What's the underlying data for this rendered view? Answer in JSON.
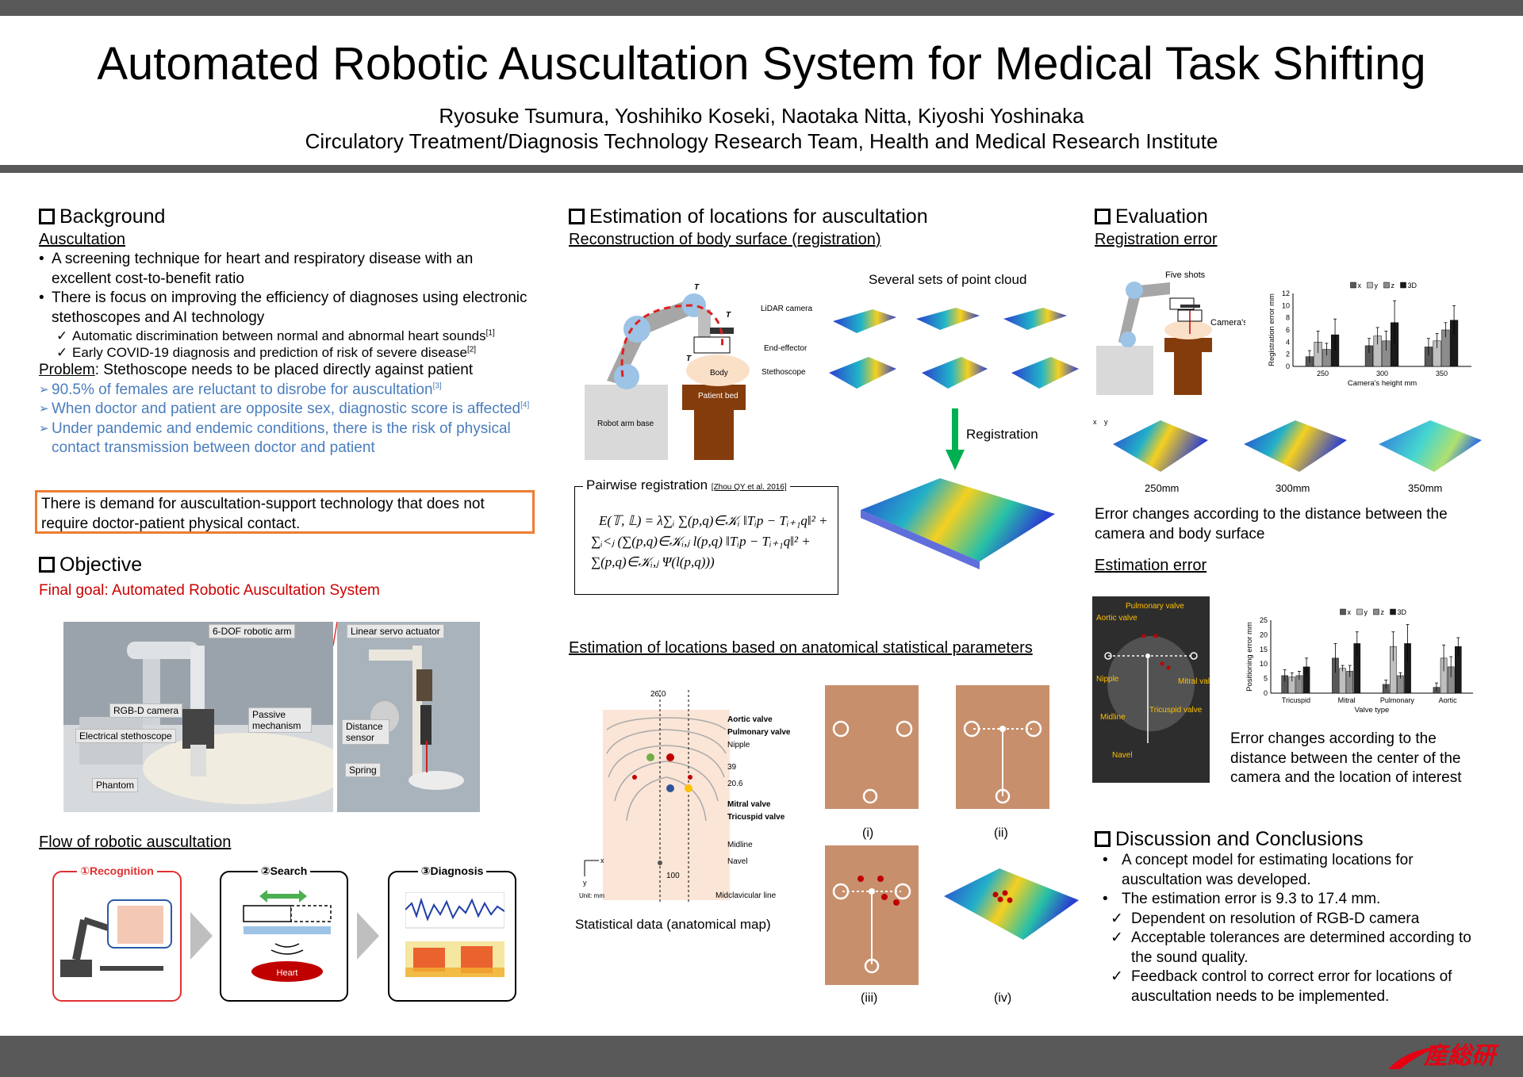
{
  "header": {
    "title": "Automated Robotic Auscultation System for Medical Task Shifting",
    "authors": "Ryosuke Tsumura, Yoshihiko Koseki, Naotaka Nitta, Kiyoshi Yoshinaka",
    "affiliation": "Circulatory Treatment/Diagnosis Technology Research Team, Health and Medical Research Institute"
  },
  "background": {
    "heading": "Background",
    "sub": "Auscultation",
    "b1": "A screening technique for heart and respiratory disease with an excellent cost-to-benefit ratio",
    "b2": "There is focus on improving the efficiency of diagnoses using electronic stethoscopes and AI technology",
    "c1": "Automatic discrimination between normal and abnormal heart sounds",
    "c1ref": "[1]",
    "c2": "Early COVID-19 diagnosis and prediction of risk of severe disease",
    "c2ref": "[2]",
    "problem_label": "Problem",
    "problem_text": ": Stethoscope needs to be placed directly against patient",
    "p1": "90.5% of females are reluctant to disrobe for auscultation",
    "p1ref": "[3]",
    "p2": "When doctor and patient are opposite sex, diagnostic score is affected",
    "p2ref": "[4]",
    "p3": "Under pandemic and endemic conditions, there is the risk of physical contact transmission between doctor and patient",
    "demand": "There is demand for auscultation-support technology that does not require doctor-patient physical contact."
  },
  "objective": {
    "heading": "Objective",
    "goal": "Final goal: Automated Robotic Auscultation System",
    "labels": {
      "arm": "6-DOF robotic arm",
      "camera": "RGB-D camera",
      "passive": "Passive mechanism",
      "stethoscope": "Electrical stethoscope",
      "phantom": "Phantom",
      "servo": "Linear servo actuator",
      "distance": "Distance sensor",
      "spring": "Spring"
    },
    "flow_title": "Flow of robotic auscultation",
    "steps": [
      "①Recognition",
      "②Search",
      "③Diagnosis"
    ],
    "heart": "Heart"
  },
  "estimation": {
    "heading": "Estimation of locations for auscultation",
    "sub1": "Reconstruction of body surface (registration)",
    "pc_title": "Several sets of point cloud",
    "registration": "Registration",
    "robot_labels": {
      "lidar": "LiDAR camera",
      "effector": "End-effector",
      "stethoscope": "Stethoscope",
      "body": "Body",
      "bed": "Patient bed",
      "base": "Robot arm base",
      "tg": "T",
      "ts": "T"
    },
    "pairwise": "Pairwise registration",
    "pairwise_ref": "[Zhou QY et al. 2016]",
    "eq1": "E(𝕋, 𝕃) = λ∑ᵢ ∑(p,q)∈𝒦ᵢ ‖Tᵢp − Tᵢ₊₁q‖² +",
    "eq2": "∑ᵢ<ⱼ (∑(p,q)∈𝒦ᵢ,ⱼ l(p,q) ‖Tᵢp − Tᵢ₊₁q‖² +",
    "eq3": "∑(p,q)∈𝒦ᵢ,ⱼ Ψ(l(p,q)))",
    "sub2": "Estimation of locations based on anatomical statistical parameters",
    "anat": {
      "d1": "26.0",
      "d2": "39",
      "d3": "20.6",
      "d4": "100",
      "aortic": "Aortic valve",
      "pulmonary": "Pulmonary valve",
      "nipple": "Nipple",
      "mitral": "Mitral valve",
      "tricuspid": "Tricuspid valve",
      "midline": "Midline",
      "navel": "Navel",
      "midclav": "Midclavicular line",
      "unit": "Unit: mm",
      "ax_x": "x",
      "ax_y": "y"
    },
    "stat_caption": "Statistical data (anatomical map)",
    "panels": [
      "(i)",
      "(ii)",
      "(iii)",
      "(iv)"
    ]
  },
  "evaluation": {
    "heading": "Evaluation",
    "sub1": "Registration error",
    "five_shots": "Five shots",
    "cam_height": "Camera's height",
    "chart_reg": {
      "ylabel": "Registration error mm",
      "xlabel": "Camera's height mm",
      "legend": [
        "x",
        "y",
        "z",
        "3D"
      ]
    },
    "pc_labels": [
      "250mm",
      "300mm",
      "350mm"
    ],
    "err_text1": "Error changes according to the distance between the camera and body surface",
    "sub2": "Estimation error",
    "img_labels": {
      "pulmonary": "Pulmonary valve",
      "aortic": "Aortic valve",
      "nipple": "Nipple",
      "mitral": "Mitral valve",
      "tricuspid": "Tricuspid valve",
      "midline": "Midline",
      "navel": "Navel"
    },
    "chart_pos": {
      "ylabel": "Positioning error mm",
      "xlabel": "Valve type",
      "legend": [
        "x",
        "y",
        "z",
        "3D"
      ]
    },
    "err_text2": "Error changes according to the distance between the center of the camera and the location of interest"
  },
  "discussion": {
    "heading": "Discussion and Conclusions",
    "b1": "A concept model for estimating locations for auscultation was developed.",
    "b2": "The estimation error is 9.3 to 17.4 mm.",
    "c1": "Dependent on resolution of RGB-D camera",
    "c2": "Acceptable tolerances are determined according to the sound quality.",
    "c3": "Feedback control to correct error for locations of auscultation needs to be implemented."
  },
  "logo": "産総研",
  "chart_data": [
    {
      "type": "bar",
      "categories": [
        "250",
        "300",
        "350"
      ],
      "series": [
        {
          "name": "x",
          "values": [
            1.6,
            3.4,
            3.2
          ]
        },
        {
          "name": "y",
          "values": [
            4.0,
            5.0,
            4.2
          ]
        },
        {
          "name": "z",
          "values": [
            2.8,
            4.2,
            6.0
          ]
        },
        {
          "name": "3D",
          "values": [
            5.2,
            7.2,
            7.6
          ]
        }
      ],
      "errors": [
        [
          1.0,
          1.2,
          1.4
        ],
        [
          1.8,
          1.4,
          1.2
        ],
        [
          1.0,
          1.6,
          1.2
        ],
        [
          2.6,
          3.6,
          2.4
        ]
      ],
      "xlabel": "Camera's height mm",
      "ylabel": "Registration error mm",
      "ylim": [
        0,
        12
      ],
      "yticks": [
        0,
        2,
        4,
        6,
        8,
        10,
        12
      ],
      "legend": "top"
    },
    {
      "type": "bar",
      "categories": [
        "Tricuspid",
        "Mitral",
        "Pulmonary",
        "Aortic"
      ],
      "series": [
        {
          "name": "x",
          "values": [
            6.0,
            12.0,
            3.0,
            2.0
          ]
        },
        {
          "name": "y",
          "values": [
            5.5,
            8.5,
            16.0,
            12.0
          ]
        },
        {
          "name": "z",
          "values": [
            6.0,
            7.5,
            6.0,
            9.0
          ]
        },
        {
          "name": "3D",
          "values": [
            9.0,
            17.0,
            17.0,
            16.0
          ]
        }
      ],
      "errors": [
        [
          2.0,
          5.0,
          1.5,
          1.5
        ],
        [
          1.5,
          1.0,
          5.0,
          4.5
        ],
        [
          1.5,
          2.0,
          1.0,
          3.5
        ],
        [
          3.0,
          4.0,
          6.5,
          3.0
        ]
      ],
      "xlabel": "Valve type",
      "ylabel": "Positioning error mm",
      "ylim": [
        0,
        25
      ],
      "yticks": [
        0,
        5,
        10,
        15,
        20,
        25
      ],
      "legend": "top"
    }
  ]
}
